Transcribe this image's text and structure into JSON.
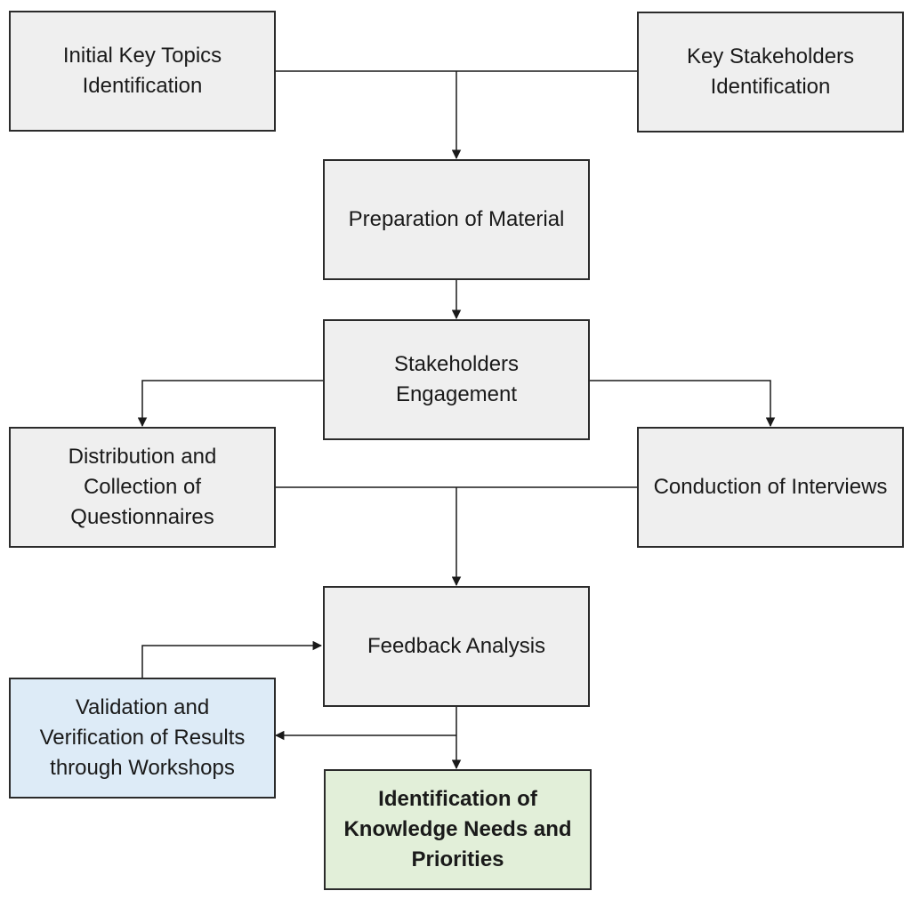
{
  "diagram": {
    "nodes": {
      "topics": "Initial Key Topics Identification",
      "stakeholders": "Key Stakeholders Identification",
      "preparation": "Preparation of Material",
      "engagement": "Stakeholders Engagement",
      "questionnaires": "Distribution and Collection of Questionnaires",
      "interviews": "Conduction of Interviews",
      "feedback": "Feedback Analysis",
      "validation": "Validation and Verification of Results through Workshops",
      "needs": "Identification of Knowledge Needs and Priorities"
    },
    "colors": {
      "box_fill": "#efefef",
      "border": "#2b2b2b",
      "validation_fill": "#ddebf7",
      "needs_fill": "#e2efd9"
    }
  }
}
